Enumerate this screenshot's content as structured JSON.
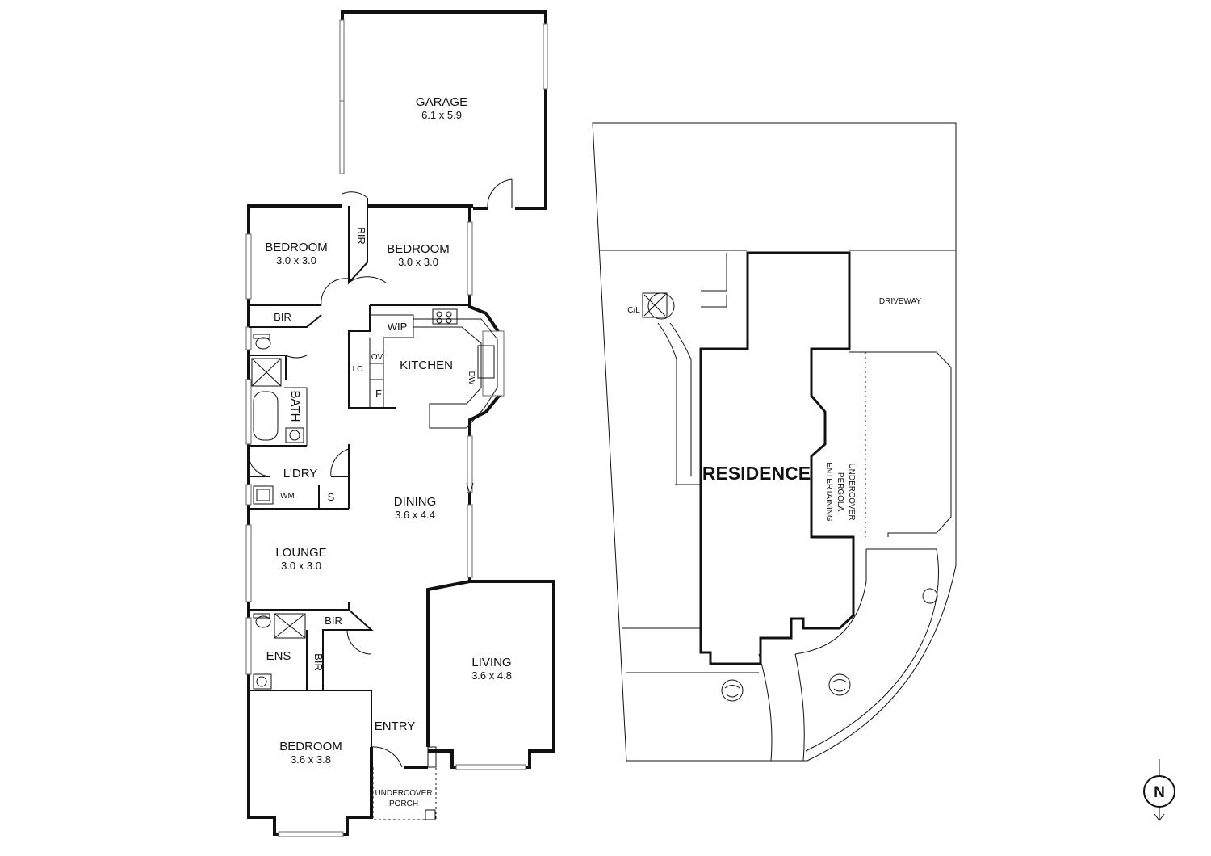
{
  "floorplan": {
    "rooms": {
      "garage": {
        "name": "GARAGE",
        "size": "6.1 x 5.9"
      },
      "bedroom_nw": {
        "name": "BEDROOM",
        "size": "3.0 x 3.0"
      },
      "bedroom_n": {
        "name": "BEDROOM",
        "size": "3.0 x 3.0"
      },
      "kitchen": {
        "name": "KITCHEN"
      },
      "dining": {
        "name": "DINING",
        "size": "3.6 x 4.4"
      },
      "lounge": {
        "name": "LOUNGE",
        "size": "3.0 x 3.0"
      },
      "living": {
        "name": "LIVING",
        "size": "3.6 x 4.8"
      },
      "bedroom_s": {
        "name": "BEDROOM",
        "size": "3.6 x 3.8"
      },
      "entry": {
        "name": "ENTRY"
      },
      "bath": {
        "name": "BATH"
      },
      "laundry": {
        "name": "L'DRY"
      },
      "ensuite": {
        "name": "ENS"
      }
    },
    "small_labels": {
      "bir_north": "BIR",
      "bir_west": "BIR",
      "bir_south_horiz": "BIR",
      "bir_south_vert": "BIR",
      "wip": "WIP",
      "ov": "OV",
      "lc": "LC",
      "fridge": "F",
      "dw": "DW",
      "wm": "WM",
      "sink": "S"
    },
    "porch": {
      "line1": "UNDERCOVER",
      "line2": "PORCH"
    }
  },
  "siteplan": {
    "residence": "RESIDENCE",
    "driveway": "DRIVEWAY",
    "clothesline": "C/L",
    "pergola": {
      "line1": "UNDERCOVER",
      "line2": "PERGOLA",
      "line3": "ENTERTAINING"
    }
  },
  "compass": {
    "letter": "N"
  }
}
